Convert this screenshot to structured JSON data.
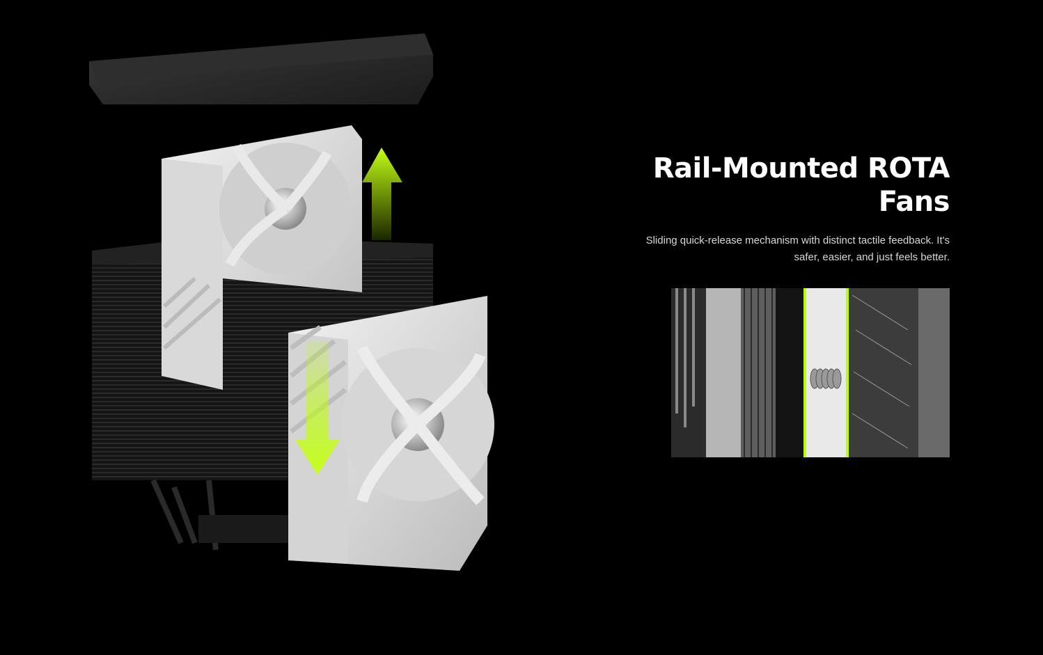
{
  "feature": {
    "title_line1": "Rail-Mounted ROTA",
    "title_line2": "Fans",
    "description_line1": "Sliding quick-release mechanism with distinct tactile feedback. It's",
    "description_line2": "safer, easier, and just feels better."
  },
  "images": {
    "hero": "cpu-cooler-exploded-render",
    "detail": "rail-mechanism-closeup"
  },
  "colors": {
    "background": "#000000",
    "accent": "#b8ff00",
    "title": "#ffffff",
    "text": "#d8d8d8"
  },
  "icons": {
    "up_arrow": "up-arrow-icon",
    "down_arrow": "down-arrow-icon"
  }
}
